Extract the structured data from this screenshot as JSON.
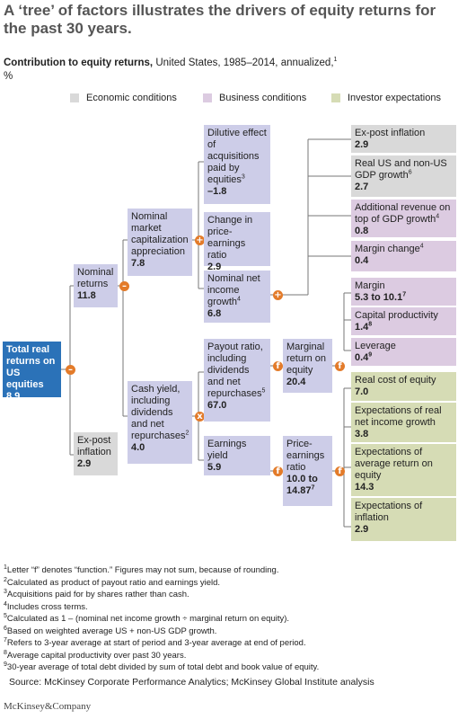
{
  "title": "A ‘tree’ of factors illustrates the drivers of equity returns for the past 30 years.",
  "subtitle": {
    "bold": "Contribution to equity returns,",
    "rest": "United States, 1985–2014, annualized,",
    "sup": "1",
    "unit": "%"
  },
  "legend": [
    {
      "label": "Economic conditions",
      "color": "#d9d9d9"
    },
    {
      "label": "Business conditions",
      "color": "#dccbe1"
    },
    {
      "label": "Investor expectations",
      "color": "#d6dcb5"
    }
  ],
  "nodes": {
    "total": {
      "label": "Total real returns on US equities",
      "value": "8.9"
    },
    "nominal_returns": {
      "label": "Nominal returns",
      "value": "11.8"
    },
    "expost_inflation_left": {
      "label": "Ex-post inflation",
      "value": "2.9"
    },
    "nominal_mcap": {
      "label": "Nominal market capitalization appreciation",
      "value": "7.8"
    },
    "cash_yield": {
      "label": "Cash yield, including dividends and net repurchases",
      "sup": "2",
      "value": "4.0"
    },
    "dilutive": {
      "label": "Dilutive effect of acquisitions paid by equities",
      "sup": "3",
      "value": "–1.8"
    },
    "change_pe": {
      "label": "Change in price-earnings ratio",
      "value": "2.9"
    },
    "nominal_ni": {
      "label": "Nominal net income growth",
      "sup": "4",
      "value": "6.8"
    },
    "payout": {
      "label": "Payout ratio, including dividends and net repurchases",
      "sup": "5",
      "value": "67.0"
    },
    "earnings_yield": {
      "label": "Earnings yield",
      "value": "5.9"
    },
    "marginal_return": {
      "label": "Marginal return on equity",
      "value": "20.4"
    },
    "pe_ratio": {
      "label": "Price-earnings ratio",
      "value": "10.0 to 14.87",
      "sup": "7"
    },
    "expost_inflation_right": {
      "label": "Ex-post inflation",
      "value": "2.9"
    },
    "gdp_growth": {
      "label": "Real US and non-US GDP growth",
      "sup": "6",
      "value": "2.7"
    },
    "additional_revenue": {
      "label": "Additional revenue on top of GDP growth",
      "sup": "4",
      "value": "0.8"
    },
    "margin_change": {
      "label": "Margin change",
      "sup": "4",
      "value": "0.4"
    },
    "margin": {
      "label": "Margin",
      "value": "5.3 to 10.1",
      "sup": "7"
    },
    "capital_productivity": {
      "label": "Capital productivity",
      "value": "1.4",
      "sup": "8"
    },
    "leverage": {
      "label": "Leverage",
      "value": "0.4",
      "sup": "9"
    },
    "real_cost_equity": {
      "label": "Real cost of equity",
      "value": "7.0"
    },
    "exp_ni_growth": {
      "label": "Expectations of real net income growth",
      "value": "3.8"
    },
    "exp_avg_return": {
      "label": "Expectations of average return on equity",
      "value": "14.3"
    },
    "exp_inflation": {
      "label": "Expectations of inflation",
      "value": "2.9"
    }
  },
  "operators": {
    "minus": "–",
    "plus": "+",
    "times": "x",
    "f": "f"
  },
  "footnotes": [
    {
      "n": "1",
      "text": "Letter “f” denotes “function.” Figures may not sum, because of rounding."
    },
    {
      "n": "2",
      "text": "Calculated as product of payout ratio and earnings yield."
    },
    {
      "n": "3",
      "text": "Acquisitions paid for by shares rather than cash."
    },
    {
      "n": "4",
      "text": "Includes cross terms."
    },
    {
      "n": "5",
      "text": "Calculated as 1 – (nominal net income growth ÷ marginal return on equity)."
    },
    {
      "n": "6",
      "text": "Based on weighted average US + non-US GDP growth."
    },
    {
      "n": "7",
      "text": "Refers to 3-year average at start of period and 3-year average at end of period."
    },
    {
      "n": "8",
      "text": "Average capital productivity over past 30 years."
    },
    {
      "n": "9",
      "text": "30-year average of total debt divided by sum of total debt and book value of equity."
    }
  ],
  "source": "Source: McKinsey Corporate Performance Analytics; McKinsey Global Institute analysis",
  "logo": "McKinsey&Company"
}
